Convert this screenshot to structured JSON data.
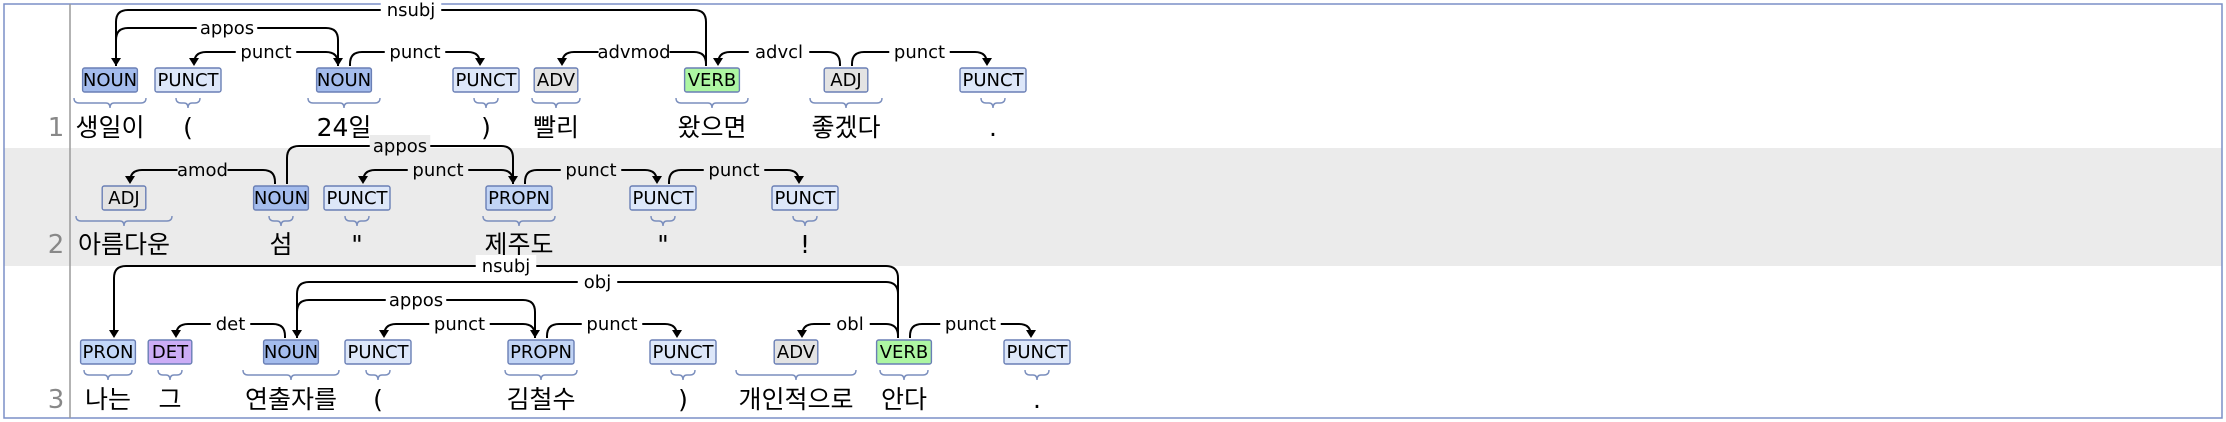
{
  "colors": {
    "NOUN": "#a4bced",
    "PROPN": "#c1d4f5",
    "PUNCT": "#dde7f9",
    "ADV": "#e3e3e3",
    "ADJ": "#e3e3e3",
    "VERB": "#adf6a2",
    "PRON": "#c3d7f8",
    "DET": "#ccadf6",
    "border": "#7b8fc7",
    "alt_row_bg": "#ebebeb"
  },
  "sentences": [
    {
      "line_number": "1",
      "tokens": [
        {
          "form": "생일이",
          "pos": "NOUN"
        },
        {
          "form": "(",
          "pos": "PUNCT"
        },
        {
          "form": "24일",
          "pos": "NOUN"
        },
        {
          "form": ")",
          "pos": "PUNCT"
        },
        {
          "form": "빨리",
          "pos": "ADV"
        },
        {
          "form": "왔으면",
          "pos": "VERB"
        },
        {
          "form": "좋겠다",
          "pos": "ADJ"
        },
        {
          "form": ".",
          "pos": "PUNCT"
        }
      ],
      "arcs": [
        {
          "head": 5,
          "dep": 0,
          "label": "nsubj",
          "level": 2
        },
        {
          "head": 0,
          "dep": 2,
          "label": "appos",
          "level": 1
        },
        {
          "head": 2,
          "dep": 1,
          "label": "punct",
          "level": 0
        },
        {
          "head": 2,
          "dep": 3,
          "label": "punct",
          "level": 0
        },
        {
          "head": 5,
          "dep": 4,
          "label": "advmod",
          "level": 0
        },
        {
          "head": 6,
          "dep": 5,
          "label": "advcl",
          "level": 0
        },
        {
          "head": 6,
          "dep": 7,
          "label": "punct",
          "level": 0
        }
      ]
    },
    {
      "line_number": "2",
      "tokens": [
        {
          "form": "아름다운",
          "pos": "ADJ"
        },
        {
          "form": "섬",
          "pos": "NOUN"
        },
        {
          "form": "\"",
          "pos": "PUNCT"
        },
        {
          "form": "제주도",
          "pos": "PROPN"
        },
        {
          "form": "\"",
          "pos": "PUNCT"
        },
        {
          "form": "!",
          "pos": "PUNCT"
        }
      ],
      "arcs": [
        {
          "head": 1,
          "dep": 0,
          "label": "amod",
          "level": 0
        },
        {
          "head": 1,
          "dep": 3,
          "label": "appos",
          "level": 1
        },
        {
          "head": 3,
          "dep": 2,
          "label": "punct",
          "level": 0
        },
        {
          "head": 3,
          "dep": 4,
          "label": "punct",
          "level": 0
        },
        {
          "head": 4,
          "dep": 5,
          "label": "punct",
          "level": 0
        }
      ]
    },
    {
      "line_number": "3",
      "tokens": [
        {
          "form": "나는",
          "pos": "PRON"
        },
        {
          "form": "그",
          "pos": "DET"
        },
        {
          "form": "연출자를",
          "pos": "NOUN"
        },
        {
          "form": "(",
          "pos": "PUNCT"
        },
        {
          "form": "김철수",
          "pos": "PROPN"
        },
        {
          "form": ")",
          "pos": "PUNCT"
        },
        {
          "form": "개인적으로",
          "pos": "ADV"
        },
        {
          "form": "안다",
          "pos": "VERB"
        },
        {
          "form": ".",
          "pos": "PUNCT"
        }
      ],
      "arcs": [
        {
          "head": 7,
          "dep": 0,
          "label": "nsubj",
          "level": 3
        },
        {
          "head": 7,
          "dep": 2,
          "label": "obj",
          "level": 2
        },
        {
          "head": 2,
          "dep": 1,
          "label": "det",
          "level": 0
        },
        {
          "head": 2,
          "dep": 4,
          "label": "appos",
          "level": 1
        },
        {
          "head": 4,
          "dep": 3,
          "label": "punct",
          "level": 0
        },
        {
          "head": 4,
          "dep": 5,
          "label": "punct",
          "level": 0
        },
        {
          "head": 7,
          "dep": 6,
          "label": "obl",
          "level": 0
        },
        {
          "head": 7,
          "dep": 8,
          "label": "punct",
          "level": 0
        }
      ]
    }
  ]
}
